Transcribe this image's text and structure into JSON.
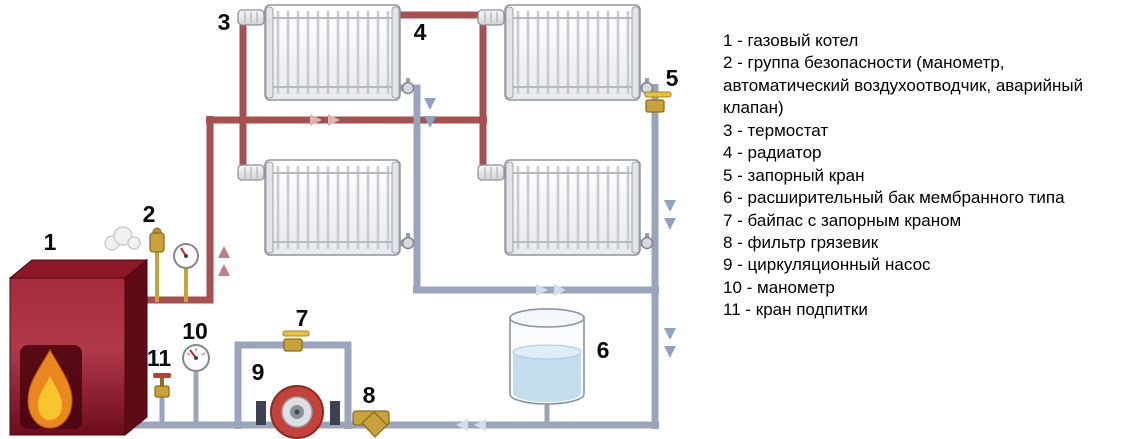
{
  "colors": {
    "supply_pipe": "#a84f4f",
    "return_pipe": "#9aa4bc",
    "arrow_red": "#c08080",
    "arrow_red_light": "#dcb3b3",
    "arrow_blue": "#8fa2c6",
    "arrow_blue_light": "#d3dcea",
    "brass": "#c9a23b",
    "valve_lever": "#e7c33c",
    "handle_red": "#c03a3a",
    "pump_body": "#c5423a",
    "water": "#c3ddee",
    "boiler_mid": "#8c1726",
    "boiler_dark": "#5e0b16",
    "flame_orange": "#ea871e",
    "flame_yellow": "#f7c62e"
  },
  "diagram": {
    "callouts": {
      "boiler": "1",
      "safety_group": "2",
      "thermostat": "3",
      "radiator": "4",
      "shutoff_valve": "5",
      "expansion_tank": "6",
      "bypass": "7",
      "filter": "8",
      "pump": "9",
      "manometer": "10",
      "makeup_valve": "11"
    }
  },
  "legend": {
    "items": [
      "1 - газовый котел",
      "2 - группа безопасности (манометр, автоматический воздухоотводчик, аварийный клапан)",
      "3 - термостат",
      "4 - радиатор",
      "5 - запорный кран",
      "6 - расширительный бак мембранного типа",
      "7 - байпас с запорным краном",
      "8 - фильтр грязевик",
      "9 - циркуляционный насос",
      "10 - манометр",
      "11 - кран подпитки"
    ]
  }
}
